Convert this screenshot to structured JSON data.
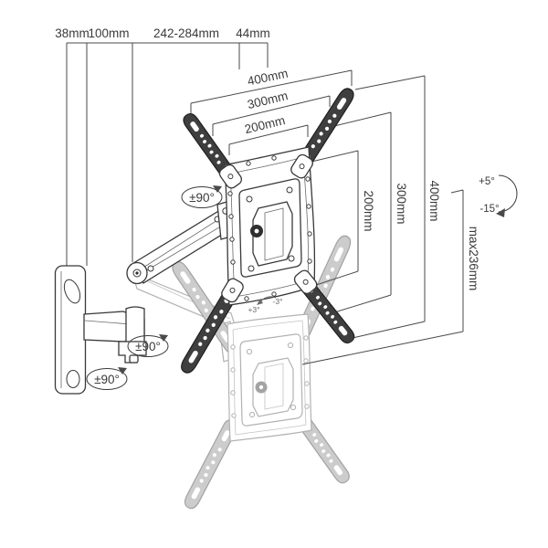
{
  "diagram_type": "tv-wall-mount-dimension-drawing",
  "dimensions": {
    "top": [
      "38mm",
      "100mm",
      "242-284mm",
      "44mm"
    ],
    "width": [
      "400mm",
      "300mm",
      "200mm"
    ],
    "height": [
      "200mm",
      "300mm",
      "400mm"
    ],
    "max_extension": "max236mm"
  },
  "angles": {
    "tilt_up": "+5°",
    "tilt_down": "-15°",
    "swivel": [
      "±90°",
      "±90°",
      "±90°"
    ],
    "level_plus": "+3°",
    "level_minus": "-3°"
  },
  "colors": {
    "line": "#383838",
    "ghost": "#b2b2b2",
    "dimension": "#4a4a4a",
    "background": "#ffffff"
  }
}
